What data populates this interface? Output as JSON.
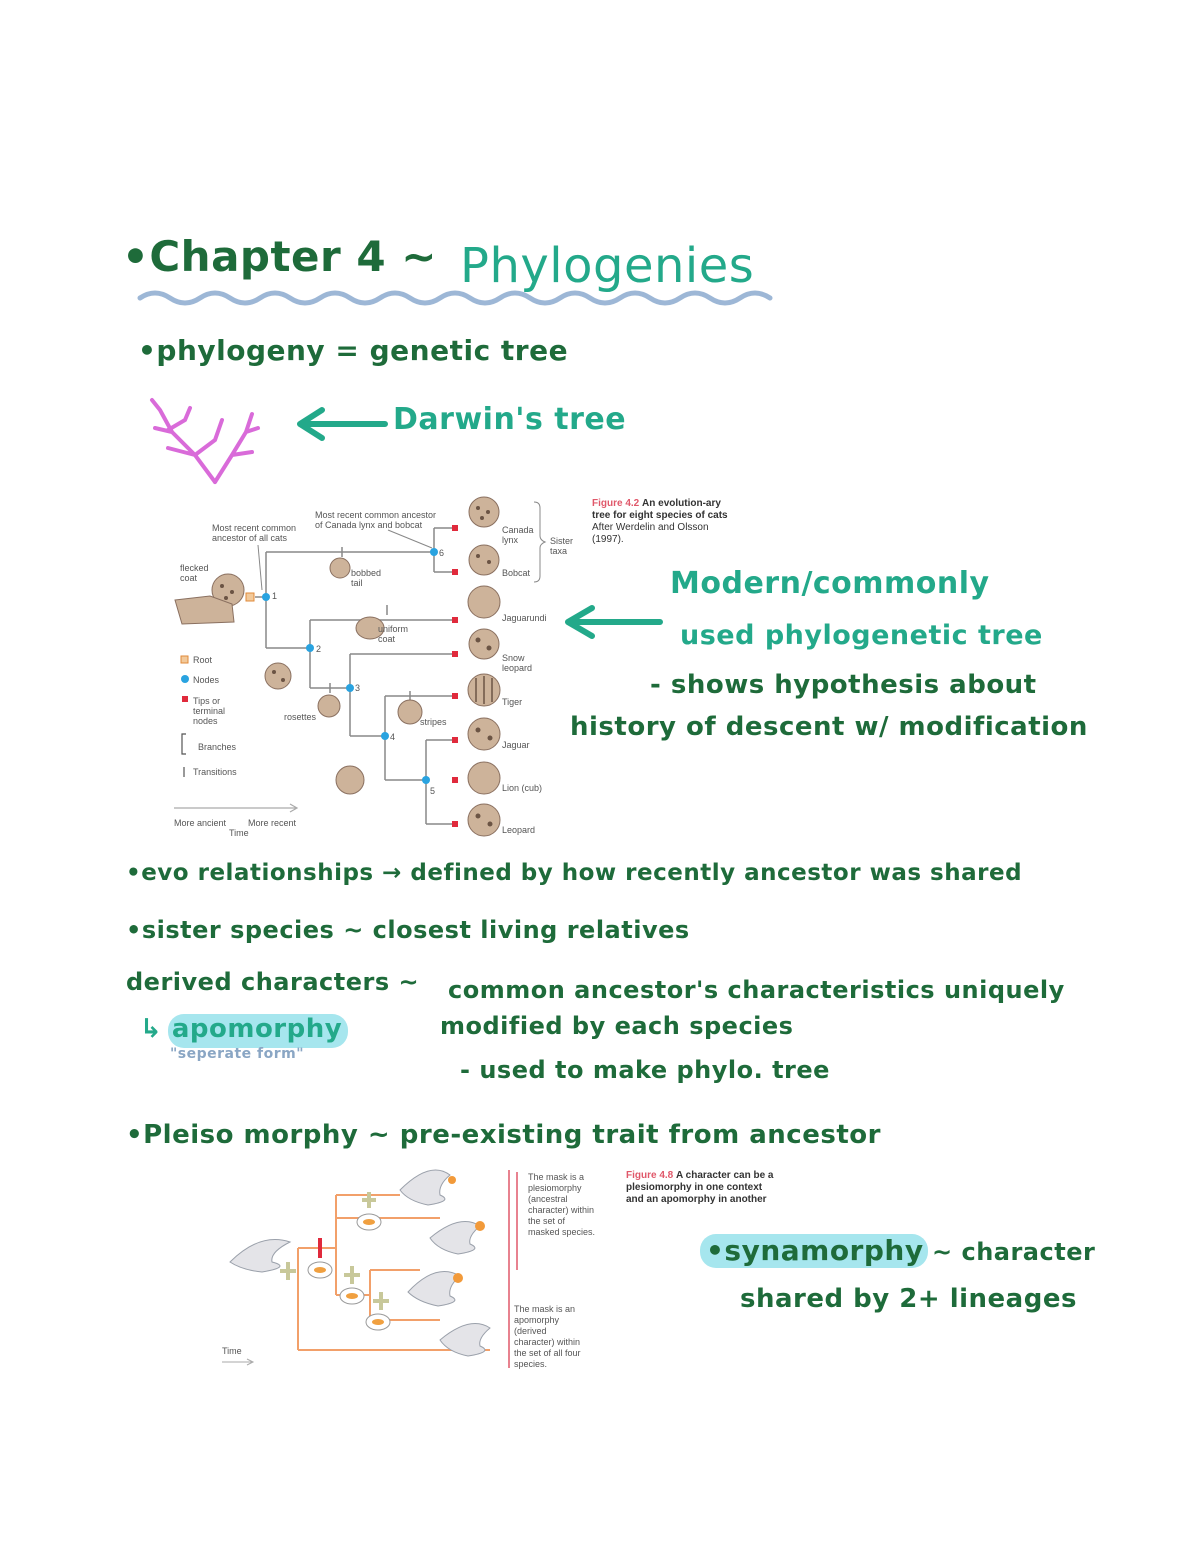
{
  "notes": {
    "title_prefix": "•Chapter 4 ~",
    "title_main": "Phylogenies",
    "phylogeny_def": "•phylogeny = genetic  tree",
    "darwins_tree": "Darwin's tree",
    "modern_line1": "Modern/commonly",
    "modern_line2": "used  phylogenetic tree",
    "modern_line3": "- shows  hypothesis  about",
    "modern_line4": "history  of descent  w/ modification",
    "evo_rel": "•evo relationships → defined  by  how recently  ancestor was shared",
    "sister": "•sister  species ~ closest  living  relatives",
    "derived": "derived  characters ~",
    "derived_def1": "common  ancestor's  characteristics  uniquely",
    "derived_def2": "modified  by  each  species",
    "derived_def3": "- used  to   make   phylo. tree",
    "apomorphy": "↳ apomorphy",
    "apomorphy_note": "\"seperate form\"",
    "plesiomorphy": "•Pleiso morphy ~ pre-existing  trait  from  ancestor",
    "synamorphy": "•synamorphy",
    "synamorphy_def1": "~ character",
    "synamorphy_def2": "shared by  2+ lineages"
  },
  "figure42": {
    "caption_num": "Figure 4.2",
    "caption_bold": "An evolution-ary tree for eight species of cats",
    "caption_rest": "After Werdelin and Olsson (1997).",
    "mrca_all": "Most recent common ancestor of all cats",
    "mrca_lynx": "Most recent common ancestor of Canada lynx and bobcat",
    "flecked": "flecked coat",
    "bobbed": "bobbed tail",
    "uniform": "uniform coat",
    "rosettes": "rosettes",
    "stripes": "stripes",
    "sister_taxa": "Sister taxa",
    "species": [
      "Canada lynx",
      "Bobcat",
      "Jaguarundi",
      "Snow leopard",
      "Tiger",
      "Jaguar",
      "Lion (cub)",
      "Leopard"
    ],
    "nodes": [
      "1",
      "2",
      "3",
      "4",
      "5",
      "6"
    ],
    "legend": [
      "Root",
      "Nodes",
      "Tips or terminal nodes",
      "Branches",
      "Transitions"
    ],
    "time_ancient": "More ancient",
    "time_recent": "More recent",
    "time_label": "Time",
    "colors": {
      "root": "#f2a65a",
      "node": "#29a3e0",
      "tip": "#e02a3c",
      "branch": "#888888"
    }
  },
  "figure48": {
    "caption_num": "Figure 4.8",
    "caption_bold": "A character can be a plesiomorphy in one context and an apomorphy in another",
    "note_top": "The mask is a plesiomorphy (ancestral character) within the set of masked species.",
    "note_bottom": "The mask is an apomorphy (derived character) within the set of all four species.",
    "time_label": "Time"
  }
}
